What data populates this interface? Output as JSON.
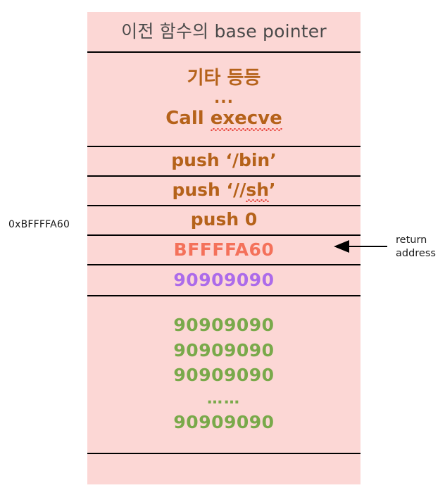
{
  "diagram": {
    "title_cell": {
      "text": "이전 함수의 base pointer"
    },
    "code_cell": {
      "line1": "기타 등등",
      "line2": "...",
      "line3_prefix": "Call ",
      "line3_word": "execve"
    },
    "push_rows": [
      {
        "text": "push ‘/bin’"
      },
      {
        "prefix": "push ‘//",
        "word": "sh",
        "suffix": "’"
      },
      {
        "text": "push 0"
      }
    ],
    "return_address_cell": {
      "value": "BFFFFA60"
    },
    "nop_highlight_cell": {
      "value": "90909090"
    },
    "nop_sled_cell": {
      "lines": [
        "90909090",
        "90909090",
        "90909090"
      ],
      "ellipsis": "……",
      "last_line": "90909090"
    },
    "empty_cell": {
      "text": ""
    }
  },
  "annotations": {
    "stack_address_label": "0xBFFFFA60",
    "return_pointer": {
      "line1": "return",
      "line2": "address"
    }
  },
  "colors": {
    "box_background": "#fcd7d5",
    "separator": "#000000",
    "base_pointer_text": "#4a4a4a",
    "instruction_brown": "#b5621a",
    "return_address_salmon": "#f4715a",
    "nop_purple": "#ac6bea",
    "nop_green": "#79a94a",
    "spellcheck_underline": "#e8443c",
    "annotation_black": "#1a1a1a",
    "page_background": "#ffffff"
  }
}
